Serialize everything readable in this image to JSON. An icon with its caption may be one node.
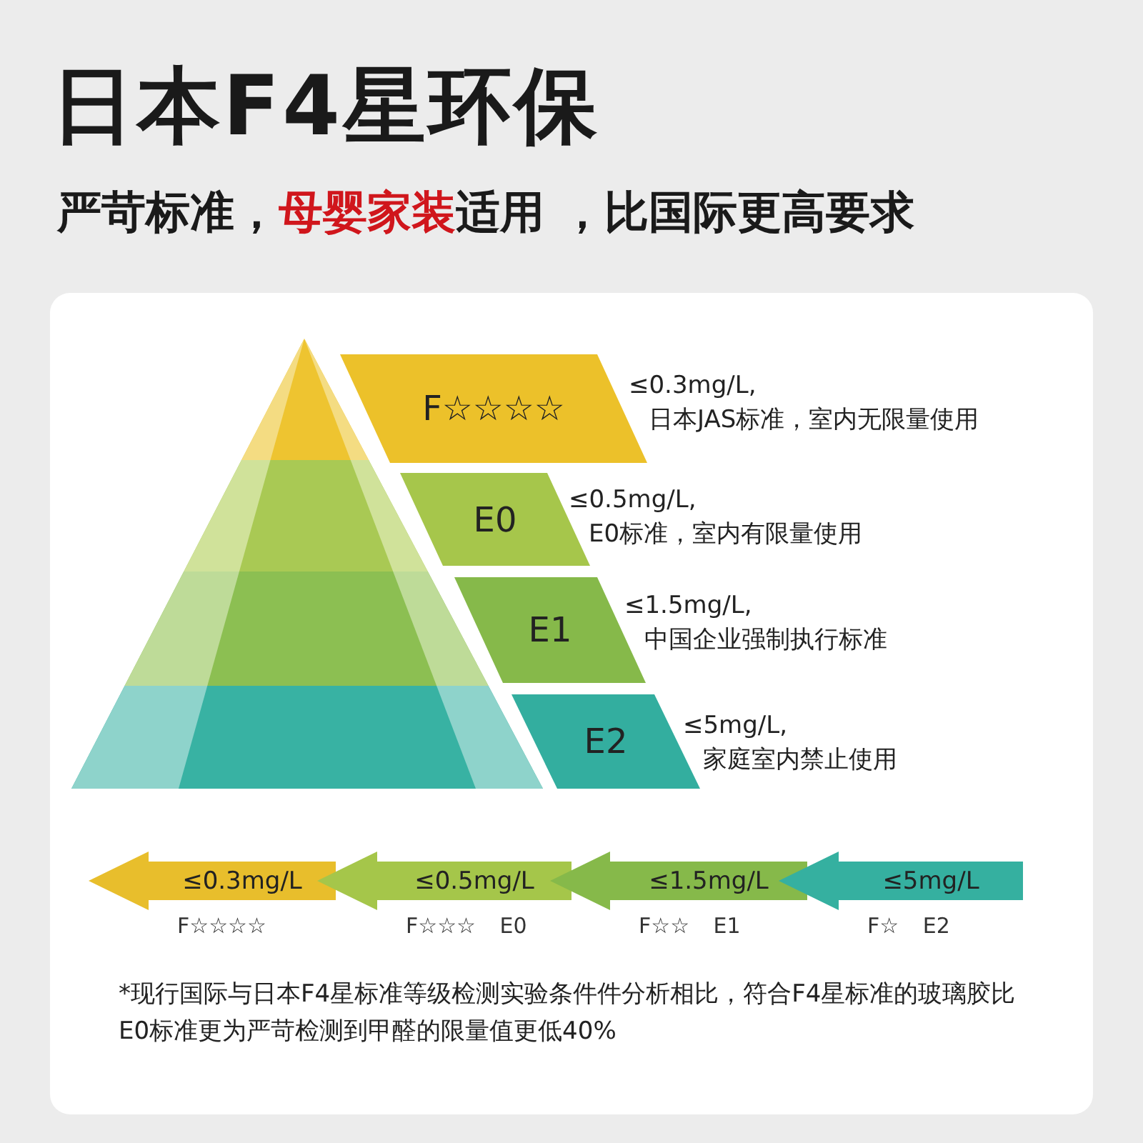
{
  "diagram": {
    "title": "日本F4星环保",
    "nodes": [
      {
        "text": [
          "F☆☆☆☆"
        ],
        "beside": [
          "≤0.3mg/L,",
          "日本JAS标准，室内无限量使用"
        ]
      },
      {
        "text": [
          "E0"
        ],
        "beside": [
          "≤0.5mg/L,",
          "E0标准，室内有限量使用"
        ]
      },
      {
        "text": [
          "E1"
        ],
        "beside": [
          "≤1.5mg/L,",
          "中国企业强制执行标准"
        ]
      },
      {
        "text": [
          "E2"
        ],
        "beside": [
          "≤5mg/L,",
          "家庭室内禁止使用"
        ]
      },
      {
        "text": [
          "≤0.3mg/L"
        ],
        "beside": [
          "F☆☆☆☆"
        ]
      },
      {
        "text": [
          "≤0.5mg/L"
        ],
        "beside": [
          "F☆☆☆ E0"
        ]
      },
      {
        "text": [
          "≤1.5mg/L"
        ],
        "beside": [
          "F☆☆ E1"
        ]
      },
      {
        "text": [
          "≤5mg/L"
        ],
        "beside": [
          "F☆ E2"
        ]
      }
    ],
    "labels": [
      "严苛标准，**母婴家装**适用 ，比国际更高要求",
      "*现行国际与日本F4星标准等级检测实验条件件分析相比，符合F4星标准的玻璃胶比E0标准更为严苛检测到甲醛的限量值更低40%"
    ]
  }
}
